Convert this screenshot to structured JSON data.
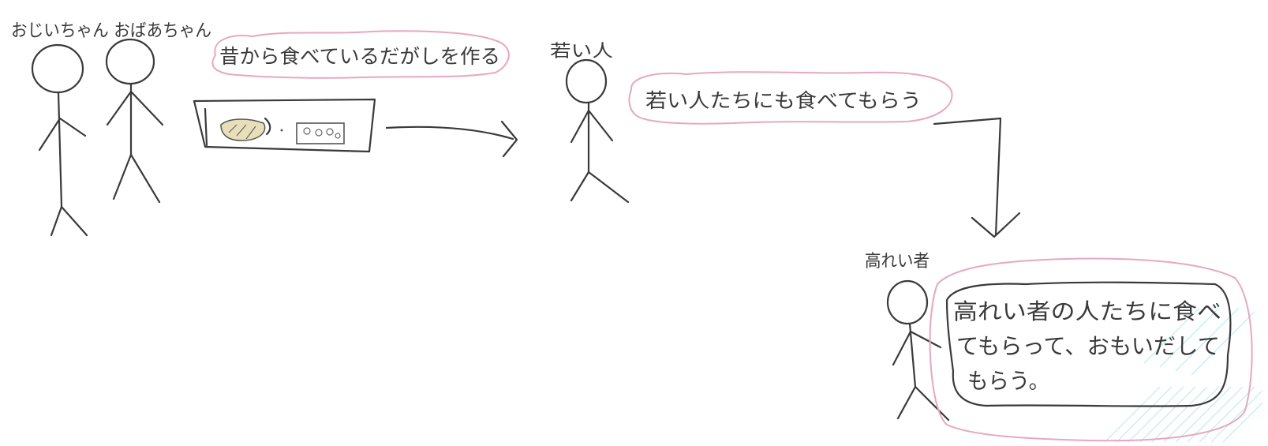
{
  "labels": {
    "elders": "おじいちゃん おばあちゃん",
    "youth": "若い人",
    "elderly": "高れい者"
  },
  "bubbles": {
    "make_sweets": "昔から食べているだがしを作る",
    "youth_eat": "若い人たちにも食べてもらう",
    "elderly_eat_line1": "高れい者の人たちに食べ",
    "elderly_eat_line2": "てもらって、おもいだして",
    "elderly_eat_line3": "もらう。"
  },
  "colors": {
    "ink": "#3a3a3a",
    "bubble_outline": "#e7a7c2",
    "hatch": "#9fe0e6"
  }
}
